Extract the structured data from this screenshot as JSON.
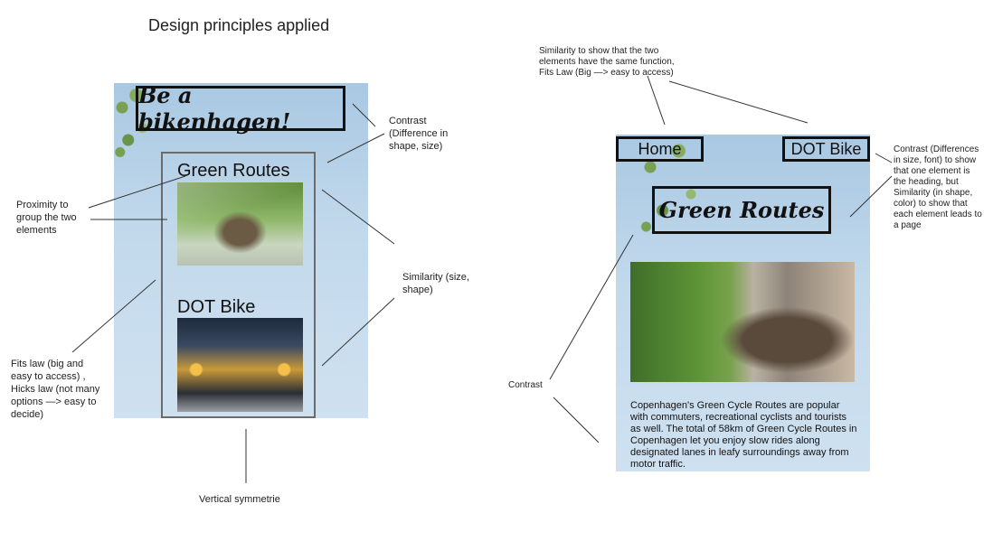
{
  "heading": "Design principles applied",
  "left_mockup": {
    "banner": "Be a bikenhagen!",
    "green_routes_label": "Green Routes",
    "dot_bike_label": "DOT Bike"
  },
  "right_mockup": {
    "home_button": "Home",
    "dot_bike_button": "DOT Bike",
    "title": "Green Routes",
    "body_text": "Copenhagen's Green Cycle Routes are popular with commuters, recreational cyclists and tourists as well. The total of 58km of Green Cycle Routes in Copenhagen let you enjoy slow rides along designated lanes in leafy surroundings away from motor traffic."
  },
  "annotations": {
    "contrast_left": "Contrast (Difference in shape, size)",
    "proximity": "Proximity to group the two elements",
    "similarity_left": "Similarity (size, shape)",
    "fits_law": "Fits law (big and easy to access) , Hicks law (not many options —> easy to decide)",
    "vertical_symmetry": "Vertical symmetrie",
    "similarity_right": "Similarity to show that the two elements have the same function, Fits Law (Big —> easy to access)",
    "contrast_right": "Contrast (Differences in size, font) to show that one element is the heading, but Similarity (in shape, color) to show that each element leads to a page",
    "contrast_bottom": "Contrast"
  },
  "icons": {
    "left_top_image": "bike-handlebar-photo",
    "left_bottom_image": "bus-bike-rack-photo",
    "right_image": "cyclists-street-photo"
  }
}
